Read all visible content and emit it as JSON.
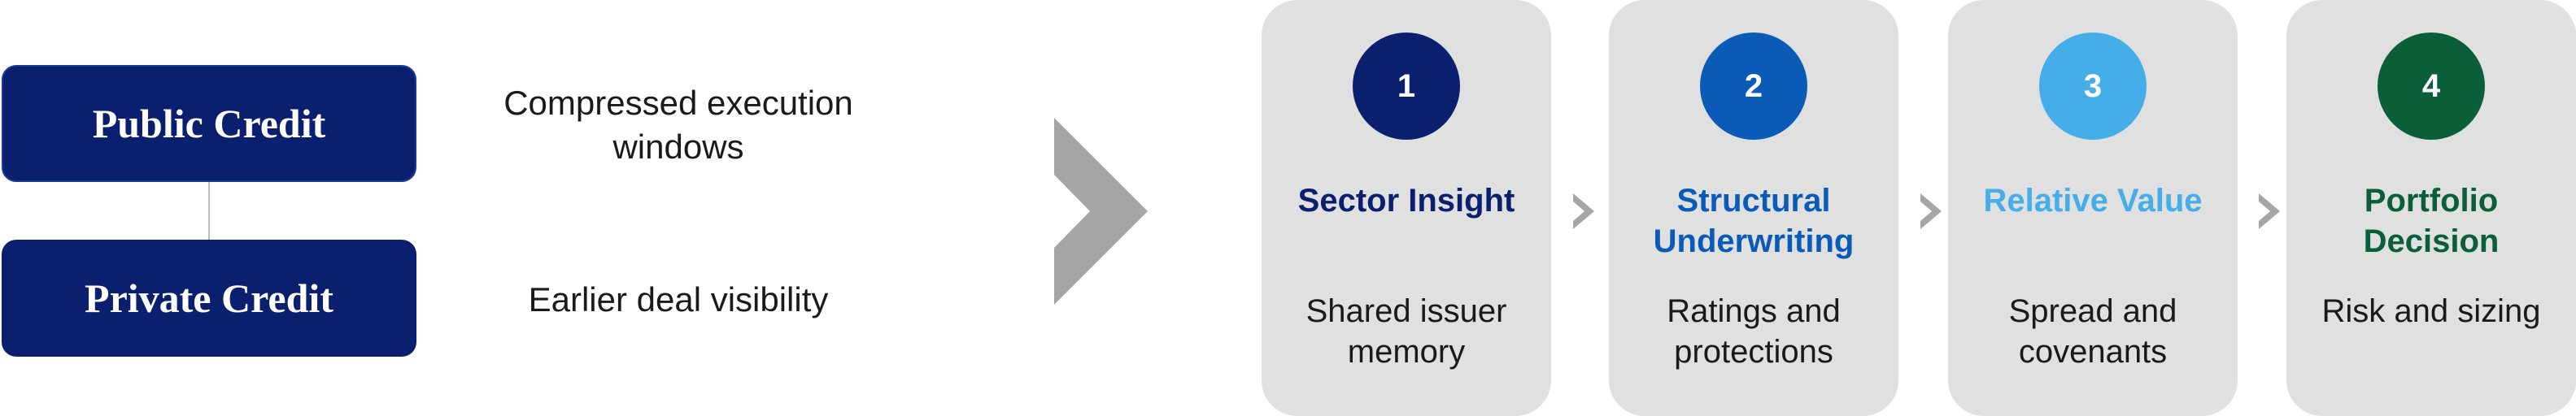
{
  "left": {
    "public_label": "Public Credit",
    "private_label": "Private Credit",
    "public_desc": "Compressed execution windows",
    "private_desc": "Earlier deal visibility"
  },
  "steps": [
    {
      "number": "1",
      "title": "Sector Insight",
      "desc": "Shared issuer memory",
      "color": "#0a1f6e",
      "title_color": "#0a1f6e"
    },
    {
      "number": "2",
      "title": "Structural Underwriting",
      "desc": "Ratings and protections",
      "color": "#0a5ab8",
      "title_color": "#0a5ab8"
    },
    {
      "number": "3",
      "title": "Relative Value",
      "desc": "Spread and covenants",
      "color": "#45aee8",
      "title_color": "#45aee8"
    },
    {
      "number": "4",
      "title": "Portfolio Decision",
      "desc": "Risk and sizing",
      "color": "#0b5e3a",
      "title_color": "#0b5e3a"
    }
  ],
  "colors": {
    "navy": "#0a1f6e",
    "card_bg": "#e0e0e0",
    "chevron": "#a6a6a6"
  }
}
